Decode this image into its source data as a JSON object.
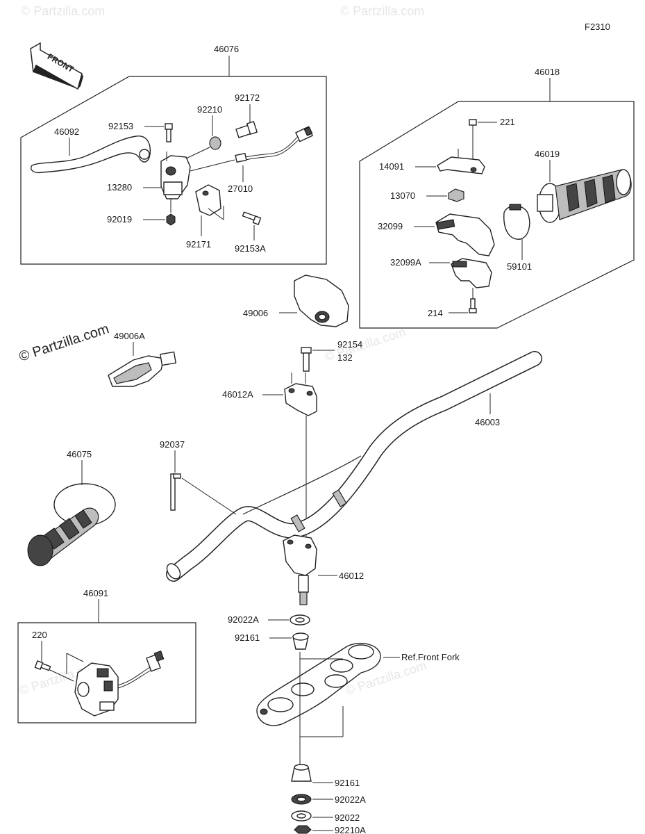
{
  "ref_code": "F2310",
  "front_arrow": "FRONT",
  "copyright": "© Partzilla.com",
  "watermark": "© Partzilla.com",
  "parts": {
    "clutch_lever_assy": "46076",
    "lever": "46092",
    "bolt_92153": "92153",
    "holder_13280": "13280",
    "nut_92019": "92019",
    "seal_92210": "92210",
    "screw_92172": "92172",
    "switch_27010": "27010",
    "clamp_92171": "92171",
    "bolt_92153a": "92153A",
    "throttle_assy": "46018",
    "screw_221": "221",
    "cover_14091": "14091",
    "nut_13070": "13070",
    "case_32099": "32099",
    "case_32099a": "32099A",
    "screw_214": "214",
    "grip_46019": "46019",
    "collar_59101": "59101",
    "guard_49006": "49006",
    "guard_49006a": "49006A",
    "bolt_92154": "92154",
    "bolt_qty": "132",
    "holder_46012a": "46012A",
    "handlebar": "46003",
    "band_92037": "92037",
    "grip_46075": "46075",
    "holder_46012": "46012",
    "washer_92022a_top": "92022A",
    "damper_92161_top": "92161",
    "ref_front_fork": "Ref.Front Fork",
    "damper_92161_bottom": "92161",
    "washer_92022a_bottom": "92022A",
    "washer_92022": "92022",
    "nut_92210a": "92210A",
    "switch_assy": "46091",
    "screw_220": "220"
  }
}
